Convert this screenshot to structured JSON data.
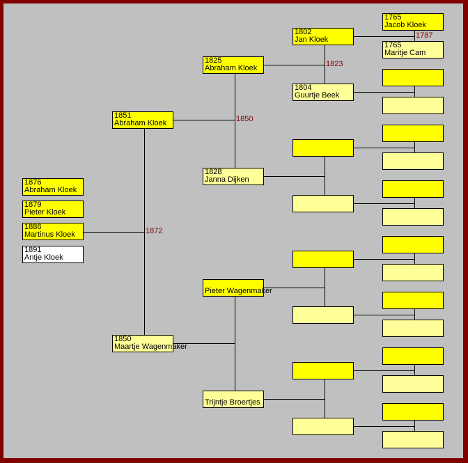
{
  "children": [
    {
      "year": "1876",
      "name": "Abraham Kloek",
      "color": "yellow"
    },
    {
      "year": "1879",
      "name": "Pieter Kloek",
      "color": "yellow"
    },
    {
      "year": "1886",
      "name": "Martinus Kloek",
      "color": "yellow"
    },
    {
      "year": "1891",
      "name": "Antje Kloek",
      "color": "white"
    }
  ],
  "generations": [
    [
      {
        "year": "1851",
        "name": "Abraham Kloek",
        "color": "yellow"
      },
      {
        "year": "1850",
        "name": "Maartje Wagenmaker",
        "color": "light"
      }
    ],
    [
      {
        "year": "1825",
        "name": "Abraham Kloek",
        "color": "yellow"
      },
      {
        "year": "1828",
        "name": "Janna Dijken",
        "color": "light"
      },
      {
        "year": "",
        "name": "Pieter Wagenmaker",
        "color": "yellow"
      },
      {
        "year": "",
        "name": "Trijntje Broertjes",
        "color": "light"
      }
    ],
    [
      {
        "year": "1802",
        "name": "Jan Kloek",
        "color": "yellow"
      },
      {
        "year": "1804",
        "name": "Guurtje Beek",
        "color": "light"
      },
      {
        "year": "",
        "name": "",
        "color": "yellow"
      },
      {
        "year": "",
        "name": "",
        "color": "light"
      },
      {
        "year": "",
        "name": "",
        "color": "yellow"
      },
      {
        "year": "",
        "name": "",
        "color": "light"
      },
      {
        "year": "",
        "name": "",
        "color": "yellow"
      },
      {
        "year": "",
        "name": "",
        "color": "light"
      }
    ],
    [
      {
        "year": "1765",
        "name": "Jacob Kloek",
        "color": "yellow"
      },
      {
        "year": "1765",
        "name": "Maritje Cam",
        "color": "light"
      },
      {
        "year": "",
        "name": "",
        "color": "yellow"
      },
      {
        "year": "",
        "name": "",
        "color": "light"
      },
      {
        "year": "",
        "name": "",
        "color": "yellow"
      },
      {
        "year": "",
        "name": "",
        "color": "light"
      },
      {
        "year": "",
        "name": "",
        "color": "yellow"
      },
      {
        "year": "",
        "name": "",
        "color": "light"
      },
      {
        "year": "",
        "name": "",
        "color": "yellow"
      },
      {
        "year": "",
        "name": "",
        "color": "light"
      },
      {
        "year": "",
        "name": "",
        "color": "yellow"
      },
      {
        "year": "",
        "name": "",
        "color": "light"
      },
      {
        "year": "",
        "name": "",
        "color": "yellow"
      },
      {
        "year": "",
        "name": "",
        "color": "light"
      },
      {
        "year": "",
        "name": "",
        "color": "yellow"
      },
      {
        "year": "",
        "name": "",
        "color": "light"
      }
    ]
  ],
  "marriages": {
    "g0": [
      "1872"
    ],
    "g1": [
      "1850",
      ""
    ],
    "g2": [
      "1823",
      "",
      "",
      ""
    ],
    "g3": [
      "1787",
      "",
      "",
      "",
      "",
      "",
      "",
      ""
    ]
  },
  "colors": {
    "border": "#800000",
    "background": "#c0c0c0",
    "yellow": "#ffff00",
    "light": "#ffff99",
    "marriage_year": "#800000"
  }
}
